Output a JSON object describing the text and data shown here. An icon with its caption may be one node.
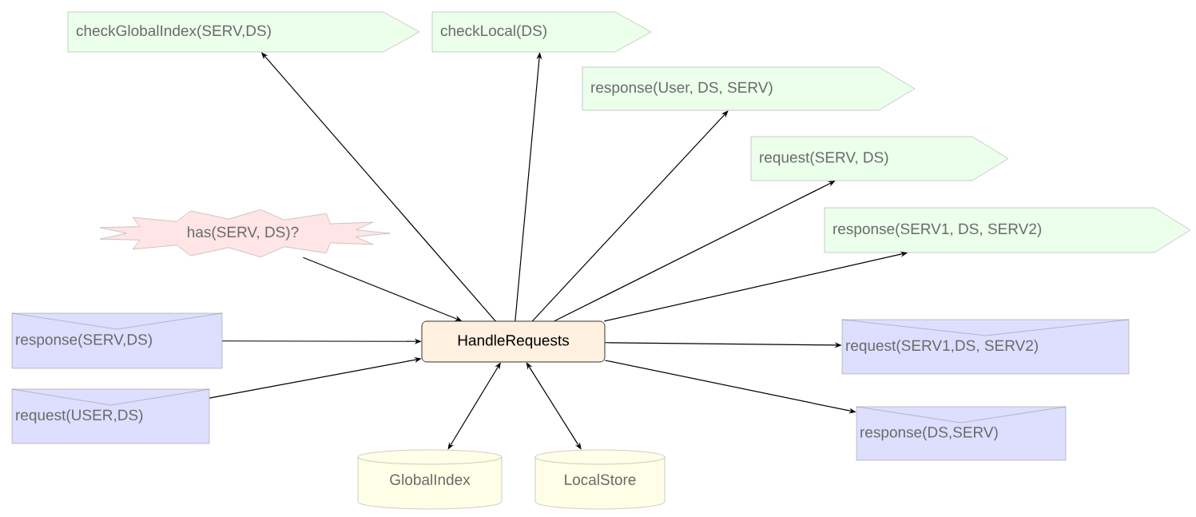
{
  "diagram": {
    "nodes": [
      {
        "text": [
          "checkGlobalIndex(SERV,DS)"
        ]
      },
      {
        "text": [
          "checkLocal(DS)"
        ]
      },
      {
        "text": [
          "response(User, DS, SERV)"
        ]
      },
      {
        "text": [
          "request(SERV, DS)"
        ]
      },
      {
        "text": [
          "has(SERV, DS)?"
        ]
      },
      {
        "text": [
          "response(SERV1, DS, SERV2)"
        ]
      },
      {
        "text": [
          "response(SERV,DS)"
        ]
      },
      {
        "text": [
          "HandleRequests"
        ]
      },
      {
        "text": [
          "request(SERV1,DS, SERV2)"
        ]
      },
      {
        "text": [
          "request(USER,DS)"
        ]
      },
      {
        "text": [
          "response(DS,SERV)"
        ]
      },
      {
        "text": [
          "GlobalIndex"
        ]
      },
      {
        "text": [
          "LocalStore"
        ]
      }
    ],
    "edges": [
      {
        "from": 7,
        "to": 0,
        "arrow": "to"
      },
      {
        "from": 7,
        "to": 1,
        "arrow": "to"
      },
      {
        "from": 7,
        "to": 2,
        "arrow": "to"
      },
      {
        "from": 7,
        "to": 3,
        "arrow": "to"
      },
      {
        "from": 7,
        "to": 5,
        "arrow": "to"
      },
      {
        "from": 4,
        "to": 7,
        "arrow": "to"
      },
      {
        "from": 6,
        "to": 7,
        "arrow": "to"
      },
      {
        "from": 9,
        "to": 7,
        "arrow": "to"
      },
      {
        "from": 7,
        "to": 8,
        "arrow": "to"
      },
      {
        "from": 7,
        "to": 10,
        "arrow": "to"
      },
      {
        "from": 7,
        "to": 11,
        "arrow": "both"
      },
      {
        "from": 7,
        "to": 12,
        "arrow": "both"
      }
    ]
  }
}
